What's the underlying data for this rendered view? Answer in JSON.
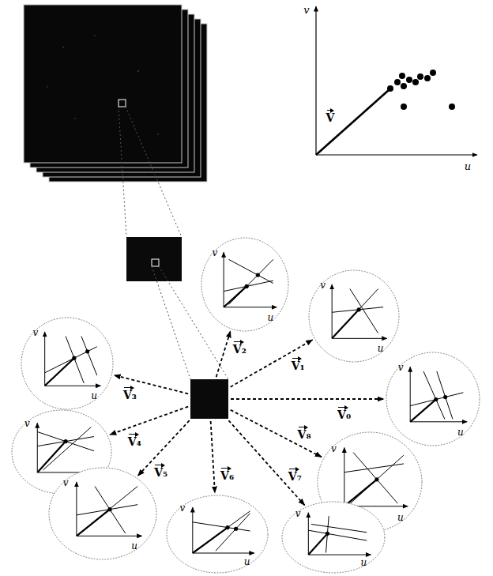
{
  "diagram": {
    "nodes": [
      {
        "text": [
          "v",
          "u"
        ]
      },
      {
        "text": [
          "v",
          "u"
        ]
      },
      {
        "text": [
          "v",
          "u"
        ]
      },
      {
        "text": [
          "v",
          "u"
        ]
      },
      {
        "text": [
          "v",
          "u"
        ]
      },
      {
        "text": [
          "v",
          "u"
        ]
      },
      {
        "text": [
          "v",
          "u"
        ]
      },
      {
        "text": [
          "v",
          "u"
        ]
      },
      {
        "text": [
          "v",
          "u"
        ]
      }
    ],
    "labels": [
      "v",
      "V",
      "u",
      "V₂",
      "V₁",
      "V₃",
      "V₀",
      "V₄",
      "V₈",
      "V₅",
      "V₆",
      "V₇"
    ]
  }
}
